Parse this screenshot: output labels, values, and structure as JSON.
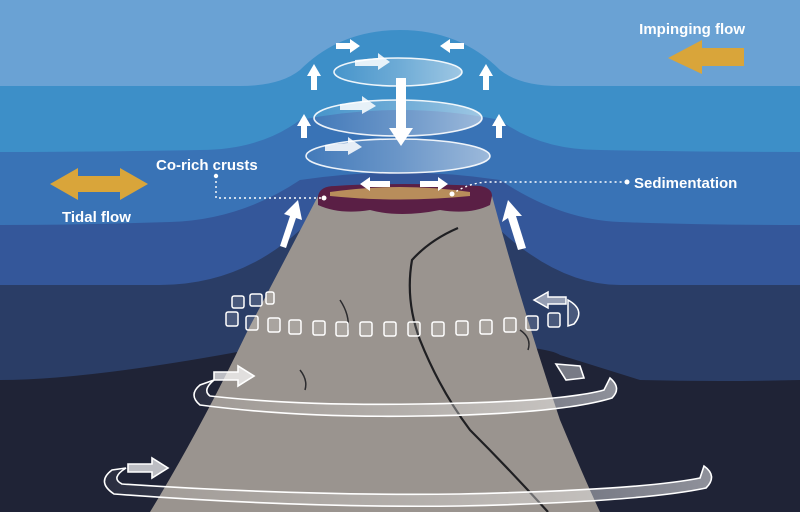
{
  "labels": {
    "impinging_flow": "Impinging flow",
    "tidal_flow": "Tidal flow",
    "co_rich_crusts": "Co-rich crusts",
    "sedimentation": "Sedimentation"
  },
  "colors": {
    "water_layers": [
      "#6aa2d4",
      "#3d8fc8",
      "#3973b6",
      "#34579a",
      "#2a3d66",
      "#1f2336"
    ],
    "seamount": "#9a948f",
    "crust": "#5a1f45",
    "sediment": "#b88d5b",
    "flow_arrow": "#d9a53a",
    "current_stroke": "#ffffff"
  }
}
